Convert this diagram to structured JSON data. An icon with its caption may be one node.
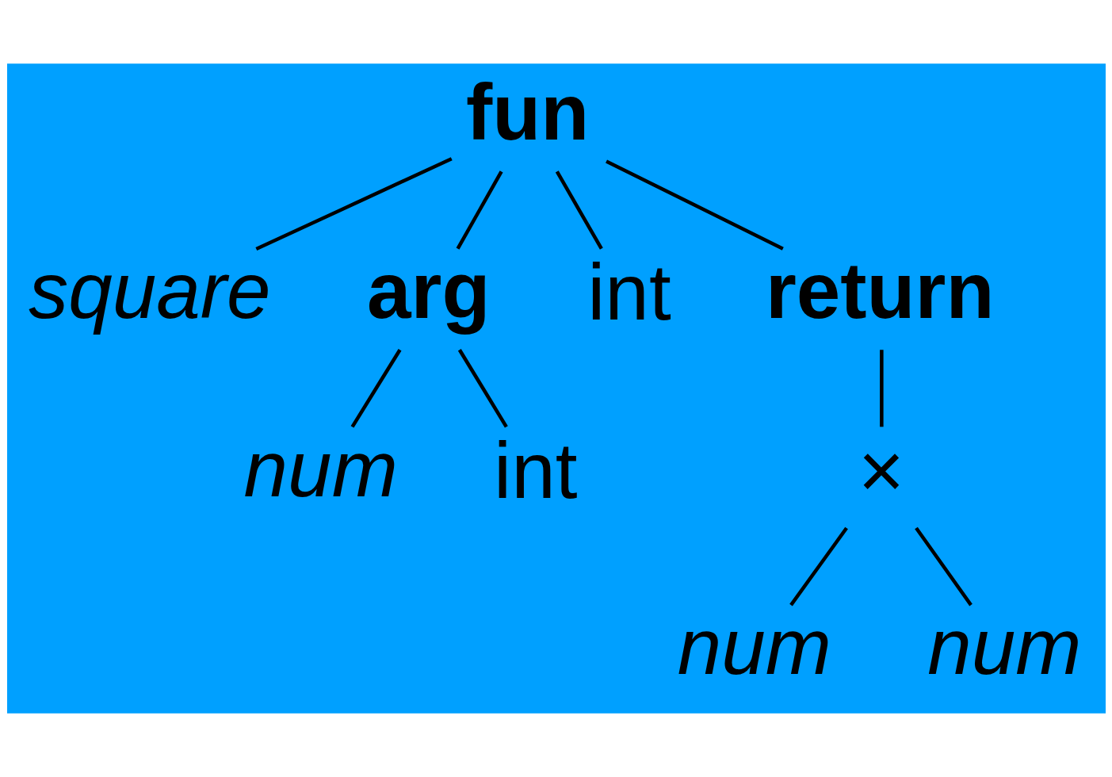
{
  "diagram": {
    "nodes": [
      {
        "text": [
          "fun"
        ]
      },
      {
        "text": [
          "square"
        ]
      },
      {
        "text": [
          "arg"
        ]
      },
      {
        "text": [
          "int"
        ]
      },
      {
        "text": [
          "return"
        ]
      },
      {
        "text": [
          "num"
        ]
      },
      {
        "text": [
          "int"
        ]
      },
      {
        "text": [
          "×"
        ]
      },
      {
        "text": [
          "num"
        ]
      },
      {
        "text": [
          "num"
        ]
      }
    ],
    "edges": [
      {
        "from": 0,
        "to": 1,
        "arrow": "none"
      },
      {
        "from": 0,
        "to": 2,
        "arrow": "none"
      },
      {
        "from": 0,
        "to": 3,
        "arrow": "none"
      },
      {
        "from": 0,
        "to": 4,
        "arrow": "none"
      },
      {
        "from": 2,
        "to": 5,
        "arrow": "none"
      },
      {
        "from": 2,
        "to": 6,
        "arrow": "none"
      },
      {
        "from": 4,
        "to": 7,
        "arrow": "none"
      },
      {
        "from": 7,
        "to": 8,
        "arrow": "none"
      },
      {
        "from": 7,
        "to": 9,
        "arrow": "none"
      }
    ]
  }
}
